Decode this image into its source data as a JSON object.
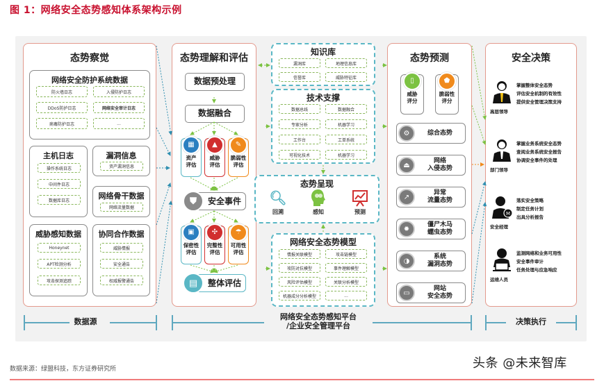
{
  "figure": {
    "title": "图 1：网络安全态势感知体系架构示例",
    "source": "数据来源：绿盟科技，东方证券研究所",
    "watermark": "头条 @未来智库"
  },
  "colors": {
    "title_red": "#c8102e",
    "column_border": "#e3998c",
    "dashed_teal": "#5ab7c5",
    "tag_green": "#89b75a",
    "blue": "#2b7fc0",
    "red": "#d12f2f",
    "orange": "#f08a1c",
    "green": "#7cc242",
    "gray": "#7a7a7a",
    "bracket": "#5fa8bf"
  },
  "perception": {
    "title": "态势察觉",
    "groups": [
      {
        "title": "网络安全防护系统数据",
        "items": [
          "防火墙日志",
          "入侵防护日志",
          "DDoS防护日志",
          "网络安全审计日志",
          "病毒防护日志",
          "..."
        ]
      },
      {
        "title": "主机日志",
        "items": [
          "操作系统日志",
          "中间件日志",
          "数据库日志"
        ]
      },
      {
        "title": "漏洞信息",
        "items": [
          "资产漏洞信息"
        ]
      },
      {
        "title": "网络骨干数据",
        "items": [
          "网络流量数据"
        ]
      },
      {
        "title": "威胁感知数据",
        "items": [
          "Honeynet",
          "APT检测分析",
          "攻击探测追踪"
        ]
      },
      {
        "title": "协同合作数据",
        "items": [
          "威胁情报",
          "安全通告",
          "权威报警通告"
        ]
      }
    ]
  },
  "understanding": {
    "title": "态势理解和评估",
    "preprocess": "数据预处理",
    "fusion": "数据融合",
    "assess_row1": [
      {
        "label": "资产\n评估",
        "l1": "资产",
        "l2": "评估",
        "color": "#2b7fc0",
        "icon": "asset-icon"
      },
      {
        "label": "威胁\n评估",
        "l1": "威胁",
        "l2": "评估",
        "color": "#d12f2f",
        "icon": "threat-icon"
      },
      {
        "label": "脆弱性\n评估",
        "l1": "脆弱性",
        "l2": "评估",
        "color": "#f08a1c",
        "icon": "wrench-icon"
      }
    ],
    "event": "安全事件",
    "assess_row2": [
      {
        "l1": "保密性",
        "l2": "评估",
        "color": "#2b7fc0",
        "icon": "lock-icon"
      },
      {
        "l1": "完整性",
        "l2": "评估",
        "color": "#d12f2f",
        "icon": "integrity-icon"
      },
      {
        "l1": "可用性",
        "l2": "评估",
        "color": "#f08a1c",
        "icon": "umbrella-icon"
      }
    ],
    "overall": "整体评估"
  },
  "platform": {
    "knowledge": {
      "title": "知识库",
      "items": [
        "漏洞库",
        "地理信息库",
        "信誉库",
        "威胁特征库"
      ]
    },
    "tech": {
      "title": "技术支撑",
      "items": [
        "数据总线",
        "数据融合",
        "专家分析",
        "机器学习",
        "工作台",
        "工单系统",
        "可视化技术",
        "机器学习"
      ]
    },
    "presentation": {
      "title": "态势呈现",
      "items": [
        {
          "label": "回溯",
          "icon": "magnifier-icon"
        },
        {
          "label": "感知",
          "icon": "head-icon"
        },
        {
          "label": "预测",
          "icon": "chart-board-icon"
        }
      ]
    },
    "model": {
      "title": "网络安全态势模型",
      "items": [
        "情报关联模型",
        "攻击链模型",
        "攻防对抗模型",
        "事件理解模型",
        "风险评估模型",
        "关联分析模型",
        "机器成分分析模型",
        "..."
      ]
    }
  },
  "prediction": {
    "title": "态势预测",
    "scores": [
      {
        "l1": "威胁",
        "l2": "评分",
        "color": "#7cc242"
      },
      {
        "l1": "脆弱性",
        "l2": "评分",
        "color": "#f08a1c"
      }
    ],
    "trends": [
      {
        "l1": "综合态势",
        "l2": "",
        "icon": "gear-icon"
      },
      {
        "l1": "网络",
        "l2": "入侵态势",
        "icon": "alarm-icon"
      },
      {
        "l1": "异常",
        "l2": "流量态势",
        "icon": "traffic-icon"
      },
      {
        "l1": "僵尸木马",
        "l2": "蠕虫态势",
        "icon": "bug-icon"
      },
      {
        "l1": "系统",
        "l2": "漏洞态势",
        "icon": "vulnerability-icon"
      },
      {
        "l1": "网站",
        "l2": "安全态势",
        "icon": "monitor-icon"
      }
    ]
  },
  "decision": {
    "title": "安全决策",
    "roles": [
      {
        "name": "高层领导",
        "duties": [
          "掌握整体安全态势",
          "评估安全机制的有效性",
          "提供安全管理决策支持"
        ]
      },
      {
        "name": "部门领导",
        "duties": [
          "掌握业务系统安全态势",
          "查阅业务系统安全报告",
          "协调安全事件的处理"
        ]
      },
      {
        "name": "安全经理",
        "duties": [
          "落实安全策略",
          "制定任务计划",
          "出具分析报告"
        ]
      },
      {
        "name": "运维人员",
        "duties": [
          "监测网络和业务可用性",
          "安全事件审计",
          "任务处理与应急响应"
        ]
      }
    ]
  },
  "footer_labels": {
    "data_source": "数据源",
    "platform_l1": "网络安全态势感知平台",
    "platform_l2": "/企业安全管理平台",
    "execution": "决策执行"
  }
}
